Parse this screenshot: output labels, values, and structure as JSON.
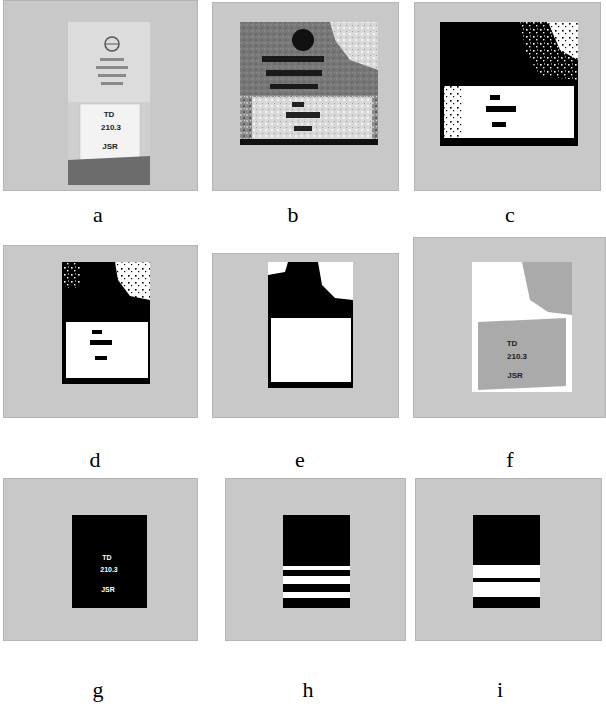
{
  "diagram": {
    "nodes": [
      {
        "text": [
          "a"
        ]
      },
      {
        "text": [
          "b"
        ]
      },
      {
        "text": [
          "c"
        ]
      },
      {
        "text": [
          "d"
        ]
      },
      {
        "text": [
          "e"
        ]
      },
      {
        "text": [
          "f"
        ]
      },
      {
        "text": [
          "g"
        ]
      },
      {
        "text": [
          "h"
        ]
      },
      {
        "text": [
          "i"
        ]
      }
    ],
    "labels": [
      "TD",
      "210.3",
      "JSR",
      "TD",
      "210.3",
      "JSR",
      "TD",
      "210.3",
      "JSR"
    ]
  }
}
